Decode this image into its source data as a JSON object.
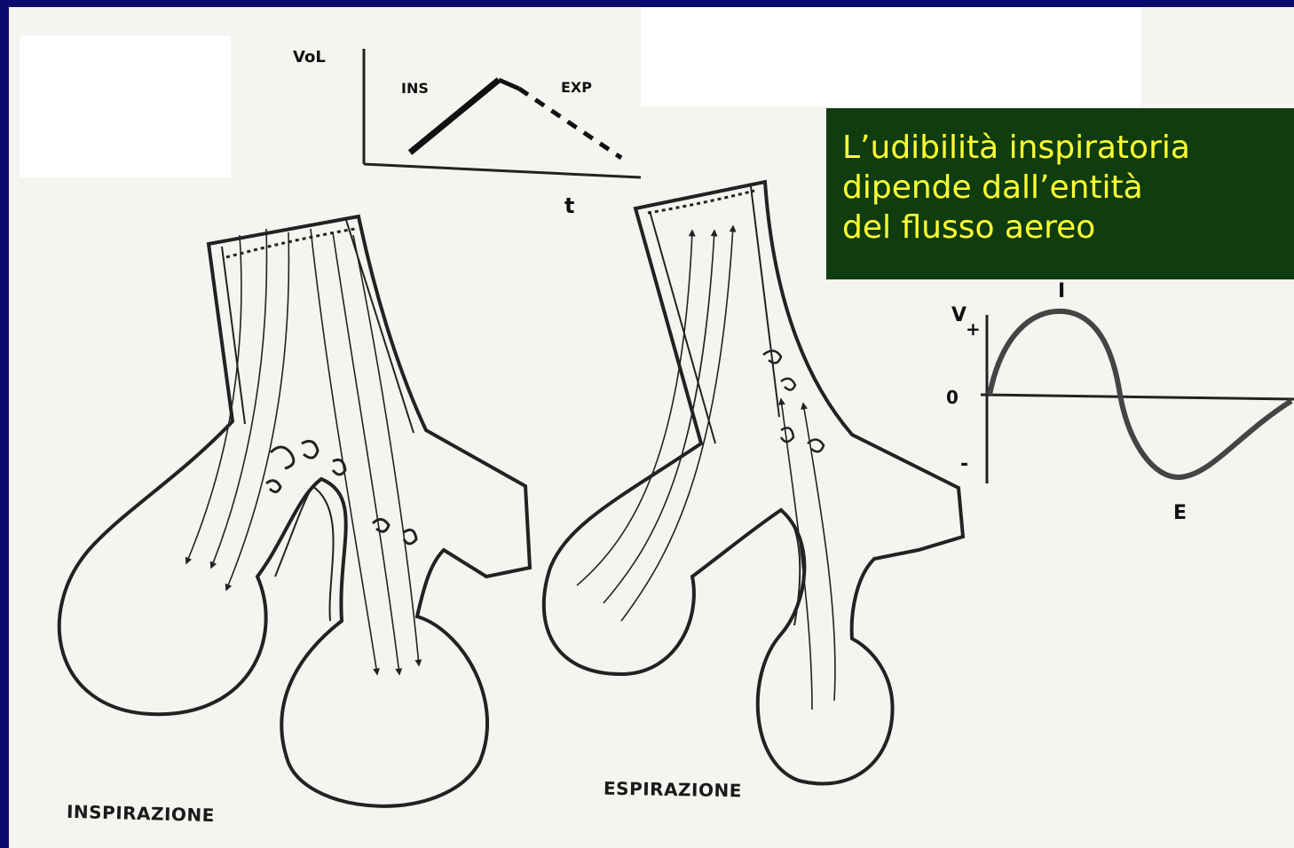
{
  "callout": {
    "lines": [
      "L’udibilità inspiratoria",
      "dipende dall’entità",
      "del flusso aereo"
    ],
    "text_color": "#ffff33",
    "background": "#0f3d0f"
  },
  "volume_graph": {
    "y_label": "VoL",
    "x_label": "t",
    "ins_label": "INS",
    "exp_label": "EXP"
  },
  "flow_graph": {
    "y_label": "V",
    "plus_label": "+",
    "zero_label": "0",
    "minus_label": "-",
    "ins_label": "I",
    "exp_label": "E"
  },
  "captions": {
    "inspiration": "INSPIRAZIONE",
    "expiration": "ESPIRAZIONE"
  },
  "colors": {
    "slide_background": "#0b0b6e",
    "paper": "#f4f4f0"
  }
}
